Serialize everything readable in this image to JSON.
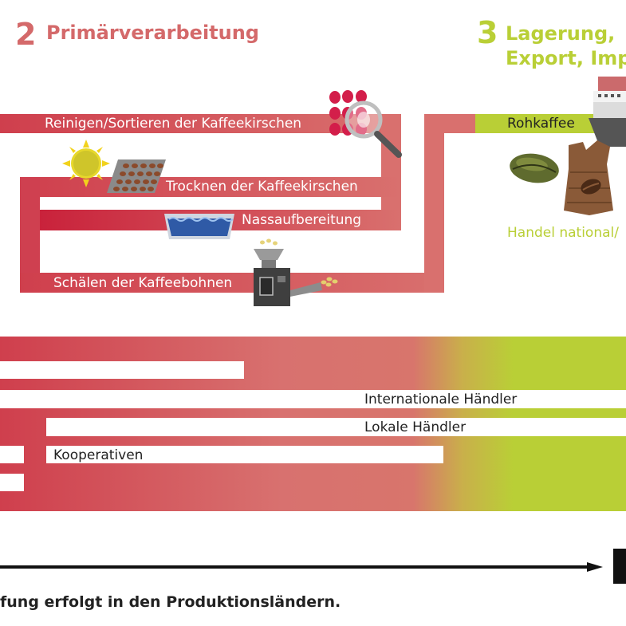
{
  "colors": {
    "red": "#cf4452",
    "salmon": "#d8716f",
    "green": "#b9cf36",
    "dark": "#222222"
  },
  "section2": {
    "number": "2",
    "title": "Primärverarbeitung"
  },
  "section3": {
    "number": "3",
    "title_line1": "Lagerung,",
    "title_line2": "Export, Impo"
  },
  "steps": {
    "cleaning": "Reinigen/Sortieren der Kaffeekirschen",
    "drying": "Trocknen der Kaffeekirschen",
    "wet": "Nassaufbereitung",
    "hulling": "Schälen der Kaffeebohnen"
  },
  "rohkaffee": "Rohkaffee",
  "trade": "Handel national/",
  "actors": {
    "international": "Internationale Händler",
    "local": "Lokale Händler",
    "cooperatives": "Kooperativen"
  },
  "footer": "fung erfolgt in den Produktionsländern.",
  "icons": [
    "coffee-cherries-icon",
    "magnifier-icon",
    "sun-icon",
    "drying-rack-icon",
    "water-basin-icon",
    "hulling-machine-icon",
    "ship-icon",
    "green-coffee-bean-icon",
    "coffee-sack-icon"
  ]
}
